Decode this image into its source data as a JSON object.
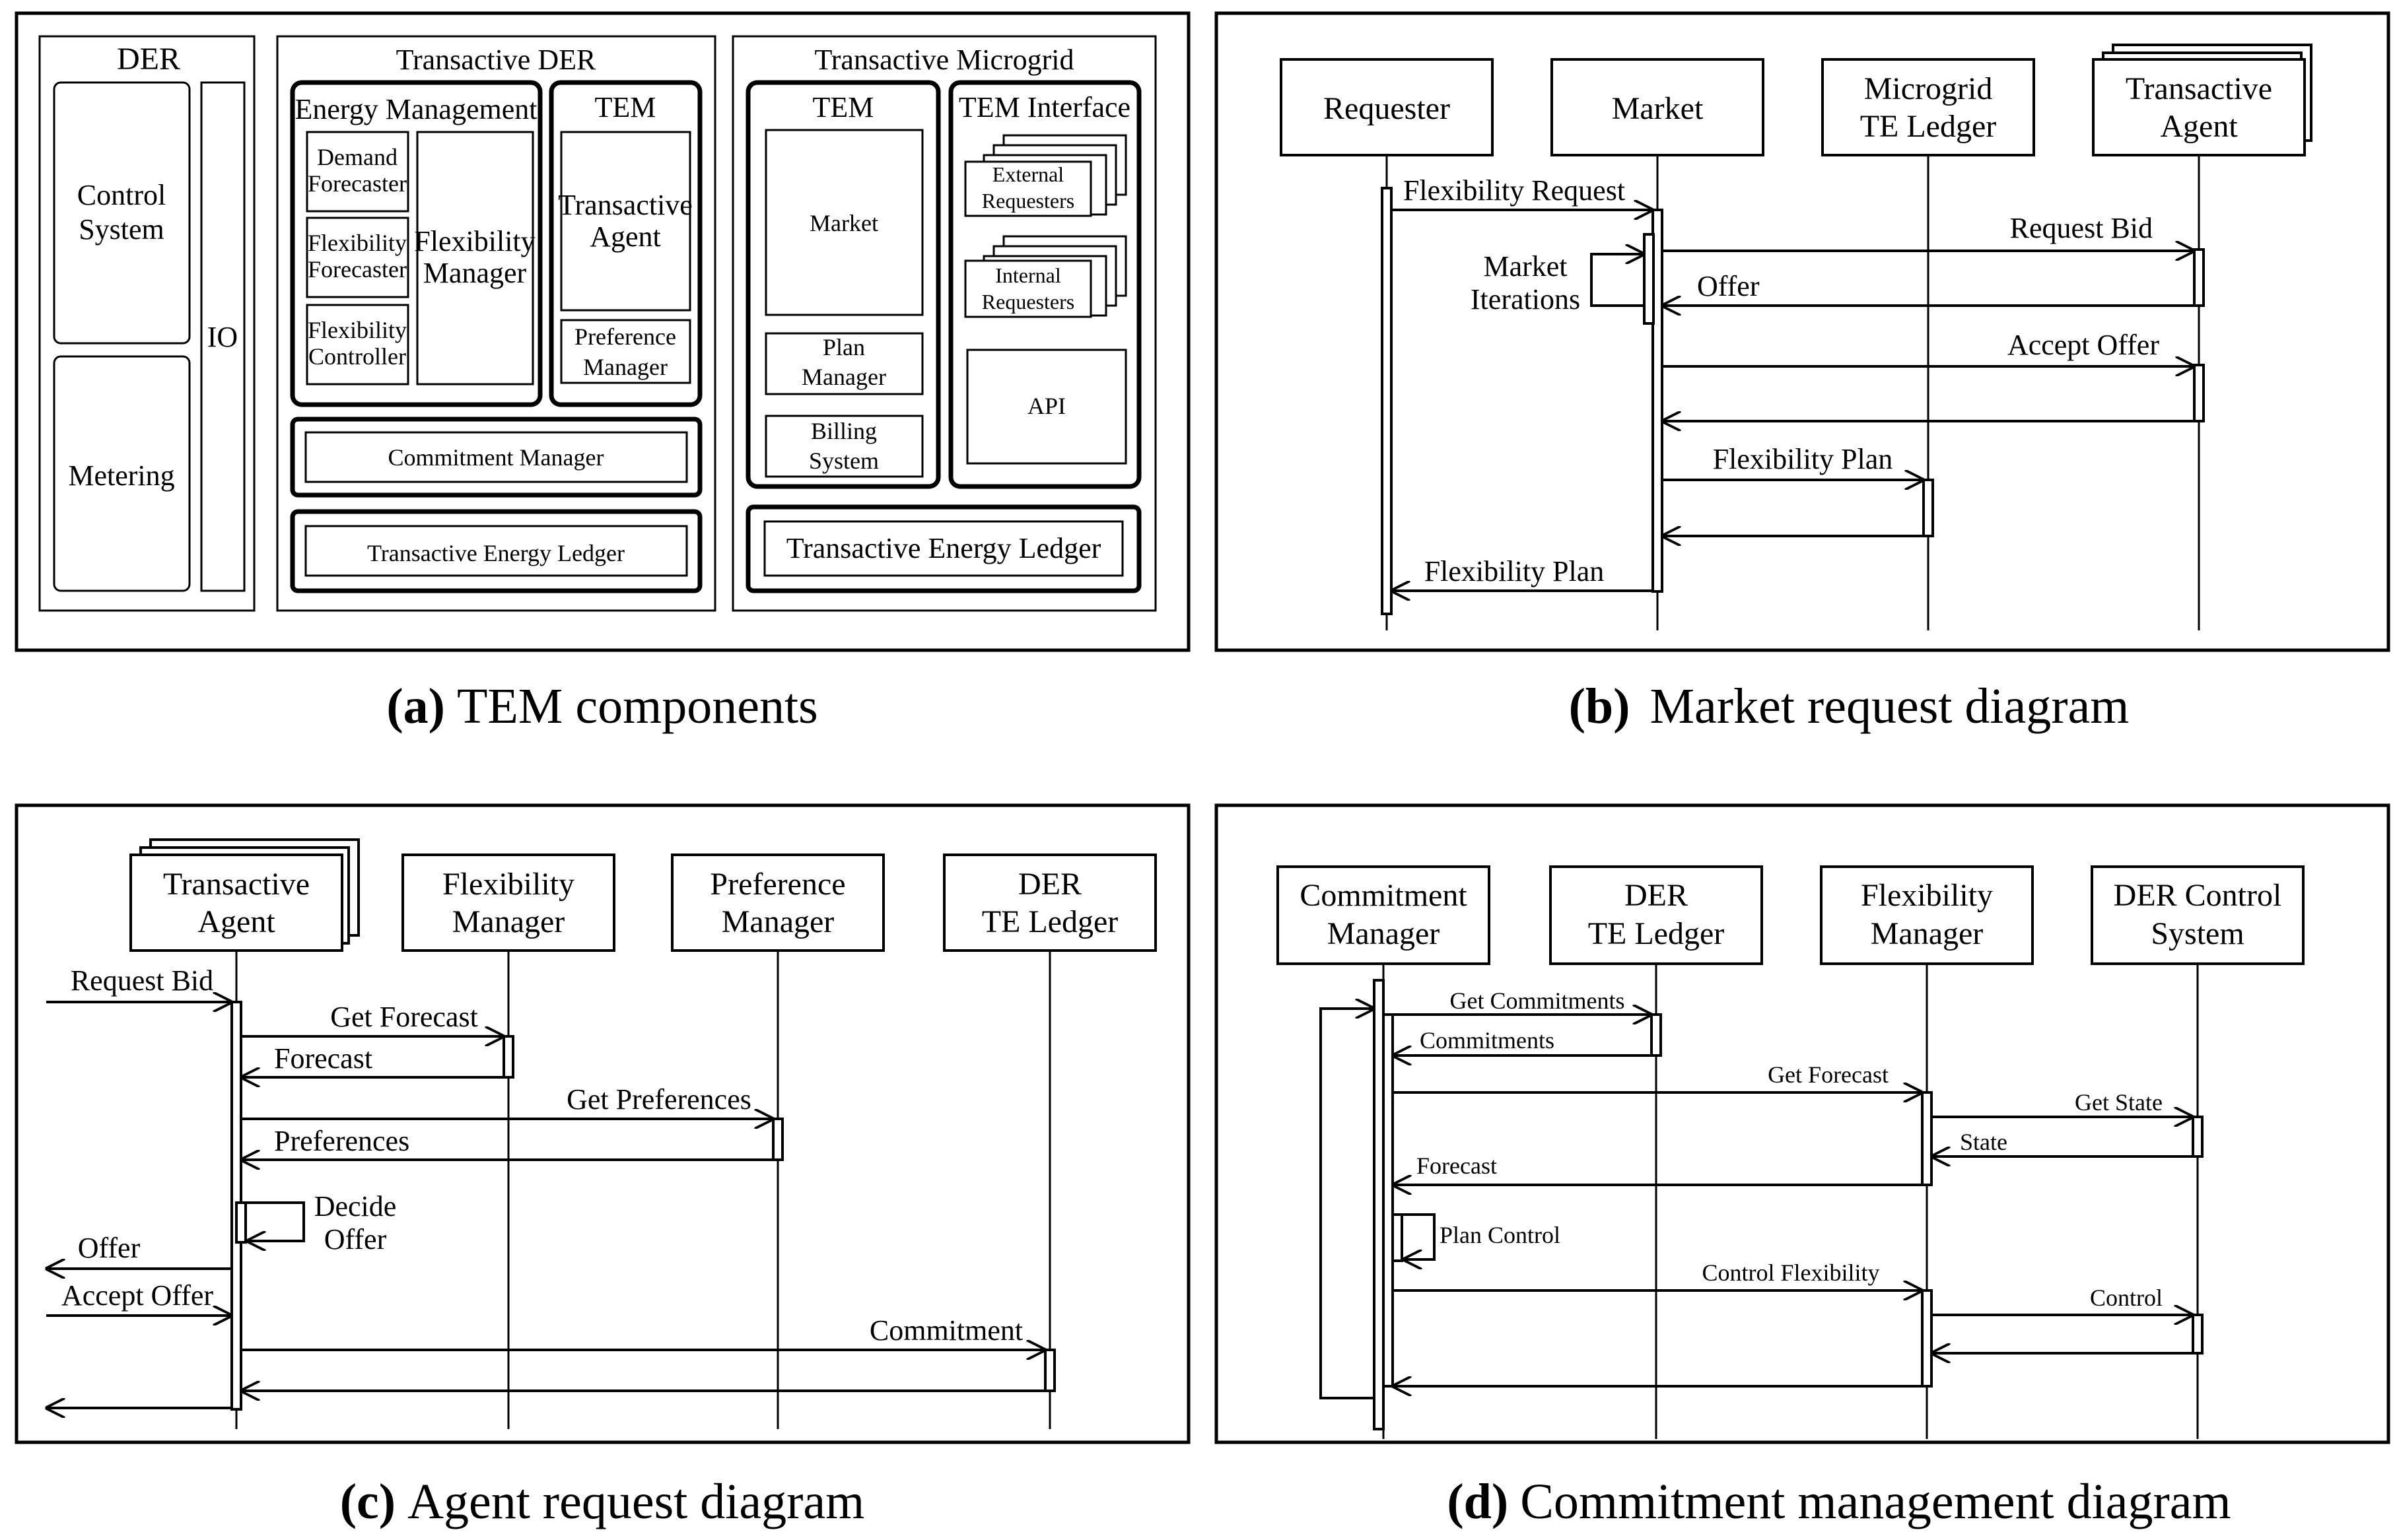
{
  "panel_a": {
    "caption_letter": "(a)",
    "caption_text": "TEM components",
    "der": {
      "title": "DER",
      "control_system": [
        "Control",
        "System"
      ],
      "metering": "Metering",
      "io": "IO"
    },
    "transactive_der": {
      "title": "Transactive DER",
      "energy_management": "Energy Management",
      "demand_forecaster": [
        "Demand",
        "Forecaster"
      ],
      "flexibility_forecaster": [
        "Flexibility",
        "Forecaster"
      ],
      "flexibility_controller": [
        "Flexibility",
        "Controller"
      ],
      "flexibility_manager": [
        "Flexibility",
        "Manager"
      ],
      "tem": "TEM",
      "transactive_agent": [
        "Transactive",
        "Agent"
      ],
      "preference_manager": [
        "Preference",
        "Manager"
      ],
      "commitment_manager": "Commitment Manager",
      "ledger": "Transactive Energy Ledger"
    },
    "transactive_microgrid": {
      "title": "Transactive Microgrid",
      "tem": "TEM",
      "market": "Market",
      "plan_manager": [
        "Plan",
        "Manager"
      ],
      "billing_system": [
        "Billing",
        "System"
      ],
      "tem_interface": "TEM Interface",
      "external_requesters": [
        "External",
        "Requesters"
      ],
      "internal_requesters": [
        "Internal",
        "Requesters"
      ],
      "api": "API",
      "ledger": "Transactive Energy Ledger"
    }
  },
  "panel_b": {
    "caption_letter": "(b)",
    "caption_text": "Market request diagram",
    "participants": {
      "requester": [
        "Requester"
      ],
      "market": [
        "Market"
      ],
      "ledger": [
        "Microgrid",
        "TE Ledger"
      ],
      "agent": [
        "Transactive",
        "Agent"
      ]
    },
    "messages": {
      "flexibility_request": "Flexibility Request",
      "request_bid": "Request Bid",
      "market_iterations": [
        "Market",
        "Iterations"
      ],
      "offer": "Offer",
      "accept_offer": "Accept Offer",
      "flexibility_plan_ledger": "Flexibility Plan",
      "flexibility_plan_return": "Flexibility Plan"
    }
  },
  "panel_c": {
    "caption_letter": "(c)",
    "caption_text": "Agent request diagram",
    "participants": {
      "agent": [
        "Transactive",
        "Agent"
      ],
      "flexibility_manager": [
        "Flexibility",
        "Manager"
      ],
      "preference_manager": [
        "Preference",
        "Manager"
      ],
      "ledger": [
        "DER",
        "TE Ledger"
      ]
    },
    "messages": {
      "request_bid": "Request Bid",
      "get_forecast": "Get Forecast",
      "forecast": "Forecast",
      "get_preferences": "Get Preferences",
      "preferences": "Preferences",
      "decide_offer": [
        "Decide",
        "Offer"
      ],
      "offer": "Offer",
      "accept_offer": "Accept Offer",
      "commitment": "Commitment"
    }
  },
  "panel_d": {
    "caption_letter": "(d)",
    "caption_text": "Commitment management diagram",
    "participants": {
      "commitment_manager": [
        "Commitment",
        "Manager"
      ],
      "ledger": [
        "DER",
        "TE Ledger"
      ],
      "flexibility_manager": [
        "Flexibility",
        "Manager"
      ],
      "control_system": [
        "DER Control",
        "System"
      ]
    },
    "messages": {
      "get_commitments": "Get Commitments",
      "commitments": "Commitments",
      "get_forecast": "Get Forecast",
      "get_state": "Get State",
      "state": "State",
      "forecast": "Forecast",
      "plan_control": "Plan Control",
      "control_flexibility": "Control Flexibility",
      "control": "Control"
    }
  }
}
